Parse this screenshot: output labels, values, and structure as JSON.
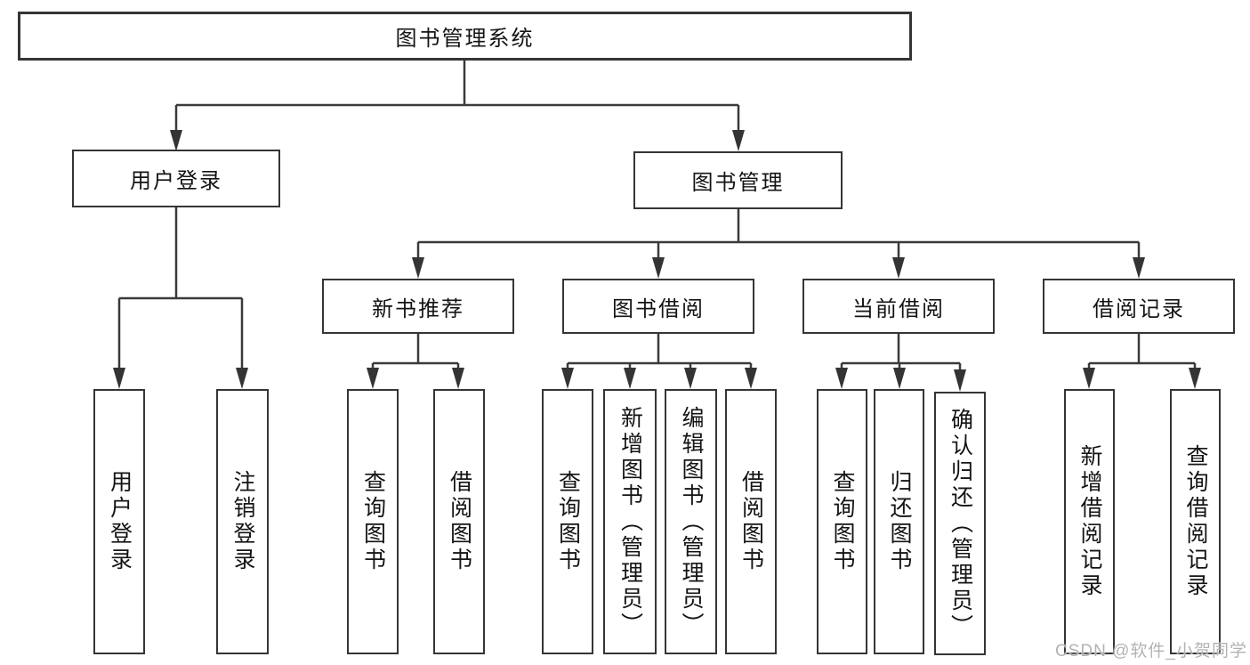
{
  "diagram": {
    "type": "hierarchy-tree",
    "title": "图书管理系统",
    "hierarchy": {
      "图书管理系统": {
        "用户登录": [
          "用户登录",
          "注销登录"
        ],
        "图书管理": {
          "新书推荐": [
            "查询图书",
            "借阅图书"
          ],
          "图书借阅": [
            "查询图书",
            "新增图书（管理员）",
            "编辑图书（管理员）",
            "借阅图书"
          ],
          "当前借阅": [
            "查询图书",
            "归还图书",
            "确认归还（管理员）"
          ],
          "借阅记录": [
            "新增借阅记录",
            "查询借阅记录"
          ]
        }
      }
    }
  },
  "nodes": {
    "root": {
      "label": "图书管理系统"
    },
    "user_login": {
      "label": "用户登录"
    },
    "book_mgmt": {
      "label": "图书管理"
    },
    "new_book_rec": {
      "label": "新书推荐"
    },
    "book_borrow": {
      "label": "图书借阅"
    },
    "current_borrow": {
      "label": "当前借阅"
    },
    "borrow_records": {
      "label": "借阅记录"
    },
    "leaf_user_login": {
      "label": "用户登录"
    },
    "leaf_logout": {
      "label": "注销登录"
    },
    "leaf_nbr_query": {
      "label": "查询图书"
    },
    "leaf_nbr_borrow": {
      "label": "借阅图书"
    },
    "leaf_bb_query": {
      "label": "查询图书"
    },
    "leaf_bb_add": {
      "label": "新增图书（管理员）"
    },
    "leaf_bb_edit": {
      "label": "编辑图书（管理员）"
    },
    "leaf_bb_borrow": {
      "label": "借阅图书"
    },
    "leaf_cb_query": {
      "label": "查询图书"
    },
    "leaf_cb_return": {
      "label": "归还图书"
    },
    "leaf_cb_confirm": {
      "label": "确认归还（管理员）"
    },
    "leaf_br_add": {
      "label": "新增借阅记录"
    },
    "leaf_br_query": {
      "label": "查询借阅记录"
    }
  },
  "watermark": {
    "text": "CSDN @软件_小贺同学"
  },
  "colors": {
    "line": "#3a3a3a",
    "arrow": "#343434",
    "box_border": "#353535",
    "box_fill": "#ffffff",
    "text": "#141414",
    "watermark": "#b3b3b3"
  }
}
